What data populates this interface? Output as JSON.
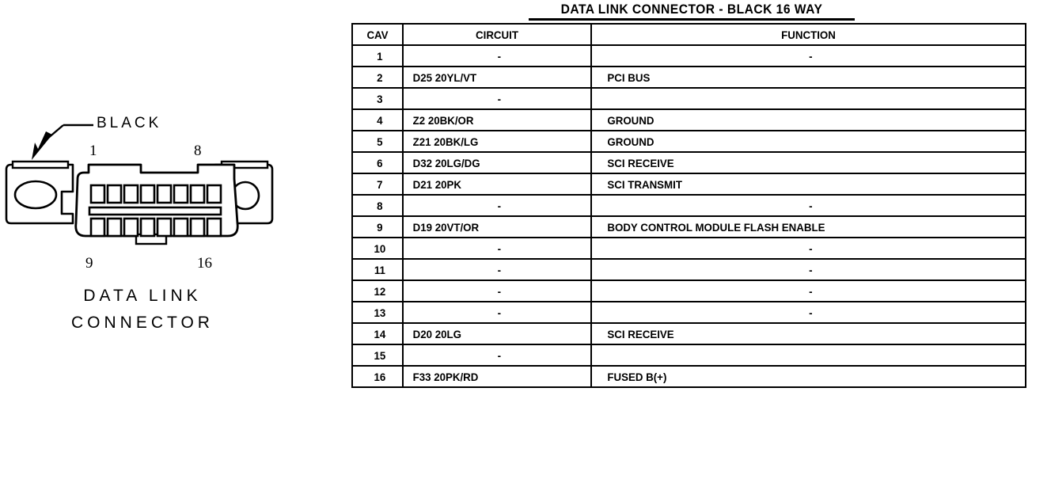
{
  "figure": {
    "connector": {
      "color_callout": "BLACK",
      "caption_line_1": "DATA LINK",
      "caption_line_2": "CONNECTOR",
      "pin_labels": {
        "top_left": "1",
        "top_right": "8",
        "bottom_left": "9",
        "bottom_right": "16"
      },
      "top_cavity_count": 8,
      "bottom_cavity_count": 8
    }
  },
  "table": {
    "title": "DATA LINK CONNECTOR - BLACK 16 WAY",
    "columns": [
      "CAV",
      "CIRCUIT",
      "FUNCTION"
    ],
    "rows": [
      {
        "cav": "1",
        "circuit": "-",
        "function": "-"
      },
      {
        "cav": "2",
        "circuit": "D25 20YL/VT",
        "function": "PCI BUS"
      },
      {
        "cav": "3",
        "circuit": "-",
        "function": ""
      },
      {
        "cav": "4",
        "circuit": "Z2 20BK/OR",
        "function": "GROUND"
      },
      {
        "cav": "5",
        "circuit": "Z21 20BK/LG",
        "function": "GROUND"
      },
      {
        "cav": "6",
        "circuit": "D32 20LG/DG",
        "function": "SCI RECEIVE"
      },
      {
        "cav": "7",
        "circuit": "D21 20PK",
        "function": "SCI TRANSMIT"
      },
      {
        "cav": "8",
        "circuit": "-",
        "function": "-"
      },
      {
        "cav": "9",
        "circuit": "D19 20VT/OR",
        "function": "BODY CONTROL MODULE FLASH ENABLE"
      },
      {
        "cav": "10",
        "circuit": "-",
        "function": "-"
      },
      {
        "cav": "11",
        "circuit": "-",
        "function": "-"
      },
      {
        "cav": "12",
        "circuit": "-",
        "function": "-"
      },
      {
        "cav": "13",
        "circuit": "-",
        "function": "-"
      },
      {
        "cav": "14",
        "circuit": "D20 20LG",
        "function": "SCI RECEIVE"
      },
      {
        "cav": "15",
        "circuit": "-",
        "function": ""
      },
      {
        "cav": "16",
        "circuit": "F33 20PK/RD",
        "function": "FUSED B(+)"
      }
    ]
  },
  "colors": {
    "ink": "#000000",
    "paper": "#ffffff"
  }
}
